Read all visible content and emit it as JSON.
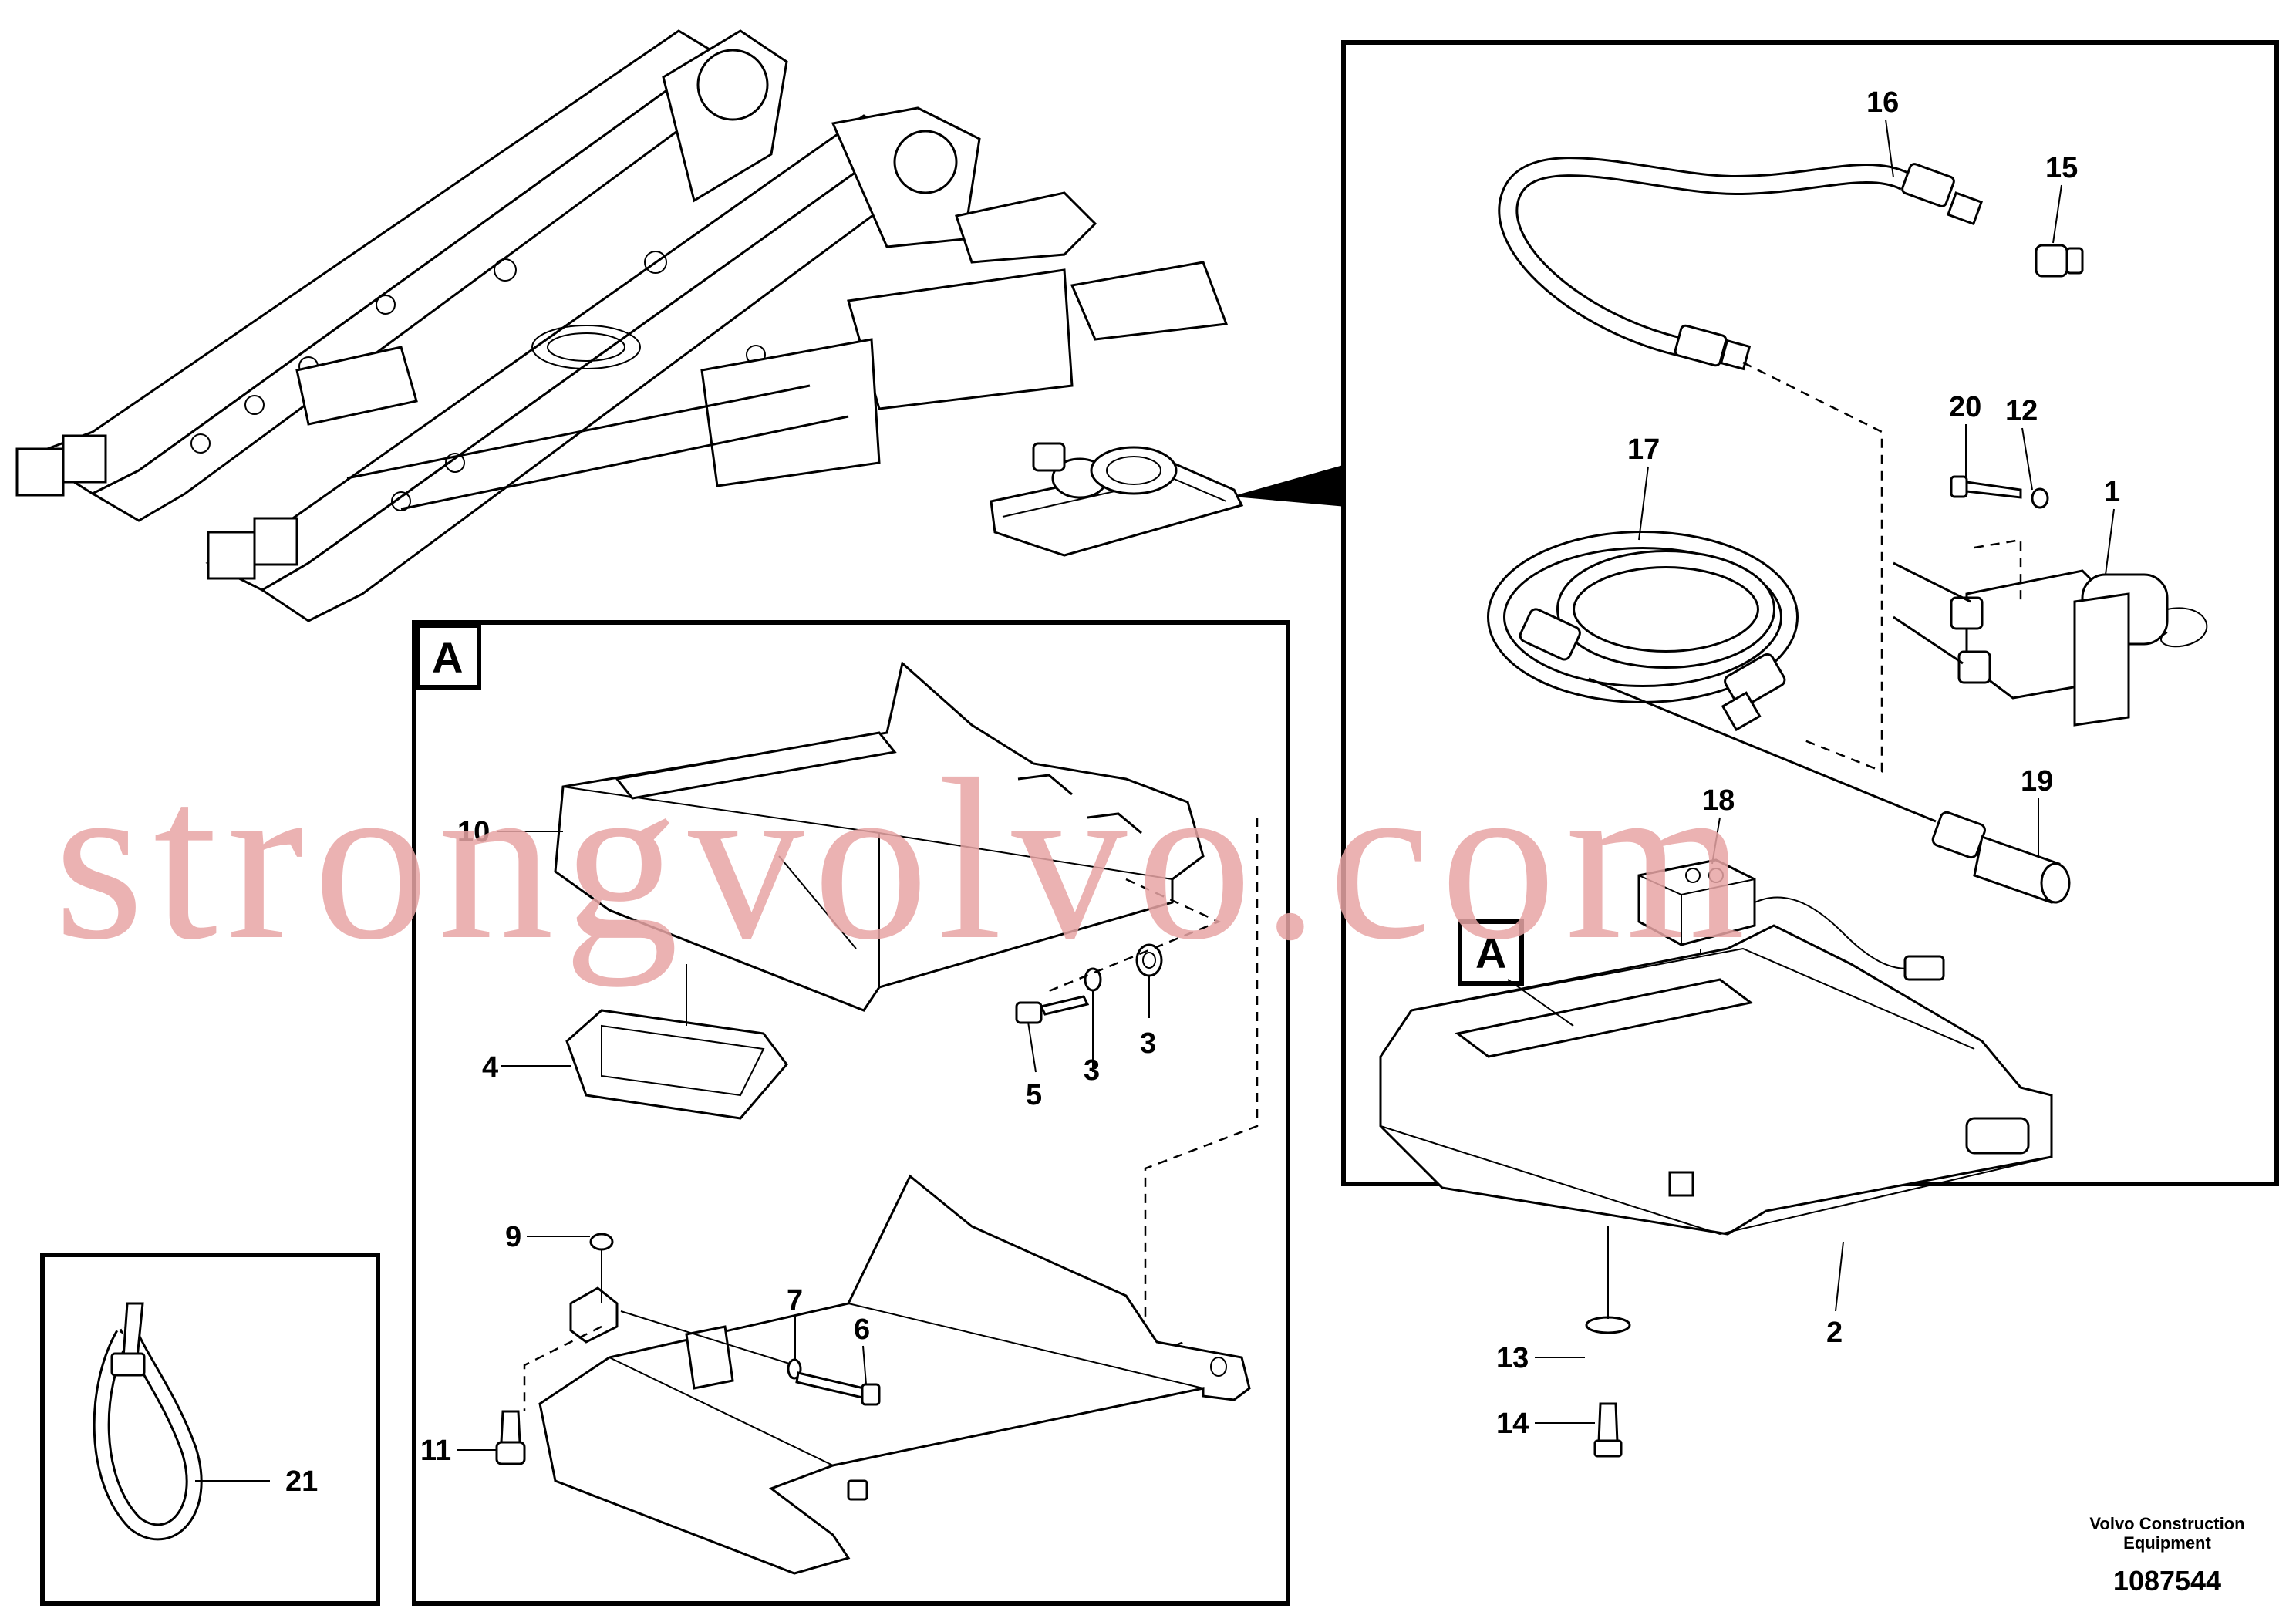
{
  "diagram": {
    "detail_letter": "A",
    "callouts": {
      "c1": "1",
      "c2": "2",
      "c3a": "3",
      "c3b": "3",
      "c4": "4",
      "c5": "5",
      "c6": "6",
      "c7": "7",
      "c9": "9",
      "c10": "10",
      "c11": "11",
      "c12": "12",
      "c13": "13",
      "c14": "14",
      "c15": "15",
      "c16": "16",
      "c17": "17",
      "c18": "18",
      "c19": "19",
      "c20": "20",
      "c21": "21"
    }
  },
  "watermark": "strongvolvo.com",
  "footer": {
    "company_line1": "Volvo Construction",
    "company_line2": "Equipment",
    "drawing_number": "1087544"
  }
}
